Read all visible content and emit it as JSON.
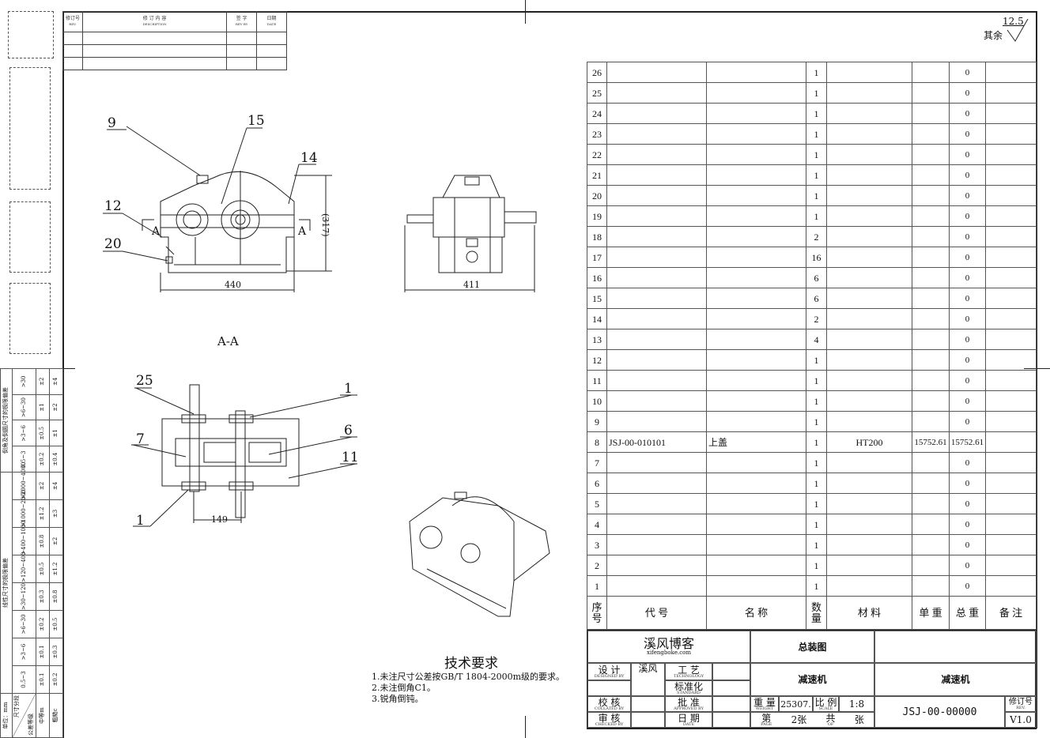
{
  "revision_table": {
    "headers": [
      {
        "cn": "修订号",
        "en": "REV."
      },
      {
        "cn": "修 订 内 容",
        "en": "DESCRIPTION"
      },
      {
        "cn": "签 字",
        "en": "REV BY"
      },
      {
        "cn": "日期",
        "en": "DATE"
      }
    ],
    "rows": 3
  },
  "surface_finish": {
    "value": "12.5",
    "label": "其余"
  },
  "bom": {
    "headers": [
      "序号",
      "代 号",
      "名 称",
      "数量",
      "材 料",
      "单 重",
      "总 重",
      "备 注"
    ],
    "rows": [
      {
        "no": "26",
        "code": "",
        "name": "",
        "qty": "1",
        "material": "",
        "unit_wt": "",
        "total_wt": "0",
        "remark": ""
      },
      {
        "no": "25",
        "code": "",
        "name": "",
        "qty": "1",
        "material": "",
        "unit_wt": "",
        "total_wt": "0",
        "remark": ""
      },
      {
        "no": "24",
        "code": "",
        "name": "",
        "qty": "1",
        "material": "",
        "unit_wt": "",
        "total_wt": "0",
        "remark": ""
      },
      {
        "no": "23",
        "code": "",
        "name": "",
        "qty": "1",
        "material": "",
        "unit_wt": "",
        "total_wt": "0",
        "remark": ""
      },
      {
        "no": "22",
        "code": "",
        "name": "",
        "qty": "1",
        "material": "",
        "unit_wt": "",
        "total_wt": "0",
        "remark": ""
      },
      {
        "no": "21",
        "code": "",
        "name": "",
        "qty": "1",
        "material": "",
        "unit_wt": "",
        "total_wt": "0",
        "remark": ""
      },
      {
        "no": "20",
        "code": "",
        "name": "",
        "qty": "1",
        "material": "",
        "unit_wt": "",
        "total_wt": "0",
        "remark": ""
      },
      {
        "no": "19",
        "code": "",
        "name": "",
        "qty": "1",
        "material": "",
        "unit_wt": "",
        "total_wt": "0",
        "remark": ""
      },
      {
        "no": "18",
        "code": "",
        "name": "",
        "qty": "2",
        "material": "",
        "unit_wt": "",
        "total_wt": "0",
        "remark": ""
      },
      {
        "no": "17",
        "code": "",
        "name": "",
        "qty": "16",
        "material": "",
        "unit_wt": "",
        "total_wt": "0",
        "remark": ""
      },
      {
        "no": "16",
        "code": "",
        "name": "",
        "qty": "6",
        "material": "",
        "unit_wt": "",
        "total_wt": "0",
        "remark": ""
      },
      {
        "no": "15",
        "code": "",
        "name": "",
        "qty": "6",
        "material": "",
        "unit_wt": "",
        "total_wt": "0",
        "remark": ""
      },
      {
        "no": "14",
        "code": "",
        "name": "",
        "qty": "2",
        "material": "",
        "unit_wt": "",
        "total_wt": "0",
        "remark": ""
      },
      {
        "no": "13",
        "code": "",
        "name": "",
        "qty": "4",
        "material": "",
        "unit_wt": "",
        "total_wt": "0",
        "remark": ""
      },
      {
        "no": "12",
        "code": "",
        "name": "",
        "qty": "1",
        "material": "",
        "unit_wt": "",
        "total_wt": "0",
        "remark": ""
      },
      {
        "no": "11",
        "code": "",
        "name": "",
        "qty": "1",
        "material": "",
        "unit_wt": "",
        "total_wt": "0",
        "remark": ""
      },
      {
        "no": "10",
        "code": "",
        "name": "",
        "qty": "1",
        "material": "",
        "unit_wt": "",
        "total_wt": "0",
        "remark": ""
      },
      {
        "no": "9",
        "code": "",
        "name": "",
        "qty": "1",
        "material": "",
        "unit_wt": "",
        "total_wt": "0",
        "remark": ""
      },
      {
        "no": "8",
        "code": "JSJ-00-010101",
        "name": "上盖",
        "qty": "1",
        "material": "HT200",
        "unit_wt": "15752.61",
        "total_wt": "15752.61",
        "remark": ""
      },
      {
        "no": "7",
        "code": "",
        "name": "",
        "qty": "1",
        "material": "",
        "unit_wt": "",
        "total_wt": "0",
        "remark": ""
      },
      {
        "no": "6",
        "code": "",
        "name": "",
        "qty": "1",
        "material": "",
        "unit_wt": "",
        "total_wt": "0",
        "remark": ""
      },
      {
        "no": "5",
        "code": "",
        "name": "",
        "qty": "1",
        "material": "",
        "unit_wt": "",
        "total_wt": "0",
        "remark": ""
      },
      {
        "no": "4",
        "code": "",
        "name": "",
        "qty": "1",
        "material": "",
        "unit_wt": "",
        "total_wt": "0",
        "remark": ""
      },
      {
        "no": "3",
        "code": "",
        "name": "",
        "qty": "1",
        "material": "",
        "unit_wt": "",
        "total_wt": "0",
        "remark": ""
      },
      {
        "no": "2",
        "code": "",
        "name": "",
        "qty": "1",
        "material": "",
        "unit_wt": "",
        "total_wt": "0",
        "remark": ""
      },
      {
        "no": "1",
        "code": "",
        "name": "",
        "qty": "1",
        "material": "",
        "unit_wt": "",
        "total_wt": "0",
        "remark": ""
      }
    ]
  },
  "title_block": {
    "company": "溪风博客",
    "company_url": "xifengboke.com",
    "drawing_type": "总装图",
    "part_name_left": "减速机",
    "part_name_right": "减速机",
    "designed_by_label": "设 计",
    "designed_by_en": "DESIGNED BY",
    "designer": "溪风",
    "technology_label": "工 艺",
    "technology_en": "TECHNOLOGY",
    "standard_label": "标准化",
    "standard_en": "STANDARD",
    "collated_label": "校 核",
    "collated_en": "COLLATED BY",
    "approved_label": "批 准",
    "approved_en": "APPROVED BY",
    "checked_label": "审 核",
    "checked_en": "CHECKED BY",
    "date_label": "日 期",
    "date_en": "DATE",
    "weight_label": "重 量",
    "weight_en": "WEIGHT",
    "weight": "25307.",
    "scale_label": "比 例",
    "scale_en": "SCALE",
    "scale": "1:8",
    "page_label": "第",
    "page_value": "2张",
    "page_en": "PAGE",
    "of_label": "共",
    "of_unit": "张",
    "of_en": "OF",
    "drawing_no": "JSJ-00-00000",
    "rev_label": "修订号",
    "rev_en": "REV.",
    "rev": "V1.0"
  },
  "tech_requirements": {
    "title": "技术要求",
    "items": [
      "1.未注尺寸公差按GB/T 1804-2000m级的要求。",
      "2.未注倒角C1。",
      "3.锐角倒钝。"
    ]
  },
  "tolerance_table": {
    "unit": "单位：mm",
    "size_label": "尺寸分段",
    "grade_label": "公差等级",
    "grade_m": "中等m",
    "grade_c": "粗糙c",
    "linear_title": "线性尺寸的极限偏差",
    "linear_ranges": [
      "0.5~3",
      ">3~6",
      ">6~30",
      ">30~120",
      ">120~400",
      ">400~1000",
      ">1000~2000",
      ">2000~4000"
    ],
    "linear_m": [
      "±0.1",
      "±0.1",
      "±0.2",
      "±0.3",
      "±0.5",
      "±0.8",
      "±1.2",
      "±2"
    ],
    "linear_c": [
      "±0.2",
      "±0.3",
      "±0.5",
      "±0.8",
      "±1.2",
      "±2",
      "±3",
      "±4"
    ],
    "chamfer_title": "倒角及倒圆尺寸的极限偏差",
    "chamfer_ranges": [
      "0.5~3",
      ">3~6",
      ">6~30",
      ">30"
    ],
    "chamfer_m": [
      "±0.2",
      "±0.5",
      "±1",
      "±2"
    ],
    "chamfer_c": [
      "±0.4",
      "±1",
      "±2",
      "±4"
    ]
  },
  "views": {
    "section_label": "A-A",
    "section_marker": "A",
    "front_dims": {
      "width": "440",
      "height": "(317)"
    },
    "side_dims": {
      "width": "411"
    },
    "section_dims": {
      "shaft_distance": "149"
    },
    "front_balloons": [
      "9",
      "15",
      "14",
      "12",
      "20"
    ],
    "section_balloons": [
      "25",
      "1",
      "7",
      "6",
      "11",
      "1"
    ]
  }
}
